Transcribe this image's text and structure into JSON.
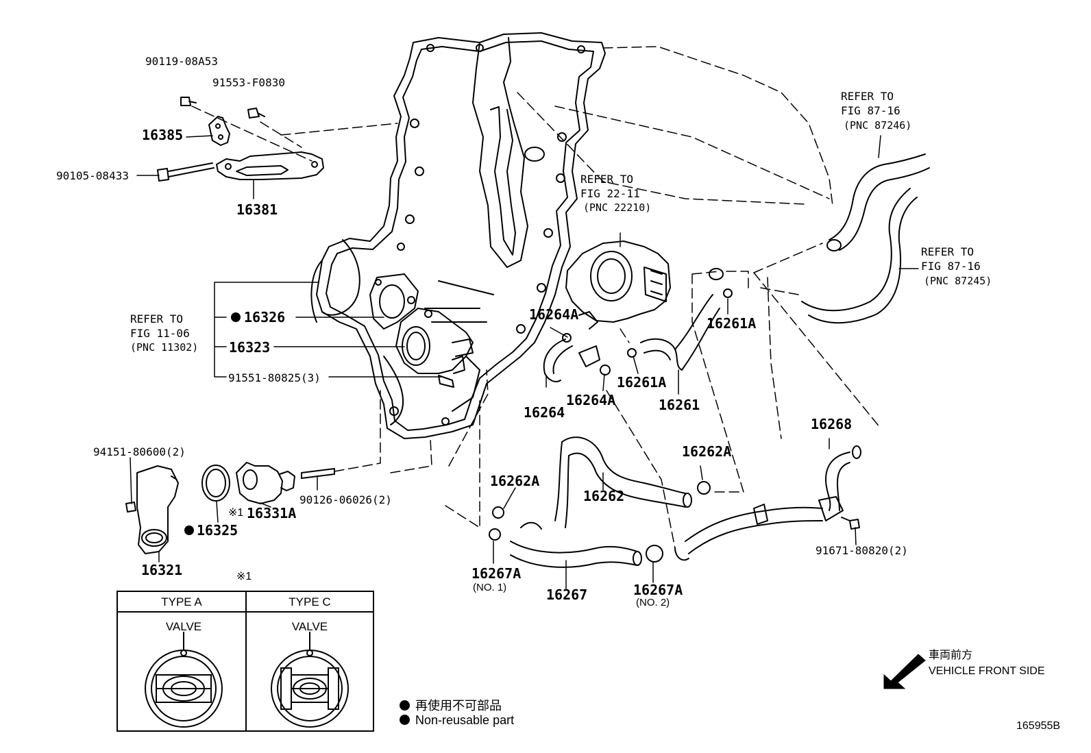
{
  "labels": {
    "p90119": "90119-08A53",
    "p91553": "91553-F0830",
    "p16385": "16385",
    "p90105": "90105-08433",
    "p16381": "16381",
    "refer_fig11": [
      "REFER TO",
      "FIG 11-06",
      "(PNC 11302)"
    ],
    "p16326": "16326",
    "p16323": "16323",
    "p91551": "91551-80825(3)",
    "refer_fig22": [
      "REFER TO",
      "FIG 22-11",
      "(PNC 22210)"
    ],
    "refer_fig87_246": [
      "REFER TO",
      "FIG 87-16",
      "(PNC 87246)"
    ],
    "refer_fig87_245": [
      "REFER TO",
      "FIG 87-16",
      "(PNC 87245)"
    ],
    "p16264A_a": "16264A",
    "p16264A_b": "16264A",
    "p16264": "16264",
    "p16261A_a": "16261A",
    "p16261A_b": "16261A",
    "p16261": "16261",
    "p16268": "16268",
    "p16262A_a": "16262A",
    "p16262A_b": "16262A",
    "p16262": "16262",
    "p94151": "94151-80600(2)",
    "p90126": "90126-06026(2)",
    "p16331A": "16331A",
    "mark1": "※1",
    "p16325": "16325",
    "p16321": "16321",
    "p91671": "91671-80820(2)",
    "p16267A_1": "16267A",
    "no1": "(NO. 1)",
    "p16267": "16267",
    "p16267A_2": "16267A",
    "no2": "(NO. 2)",
    "inset_mark": "※1",
    "type_a": "TYPE A",
    "type_c": "TYPE C",
    "valve_a": "VALVE",
    "valve_c": "VALVE",
    "front_jp": "車両前方",
    "front_en": "VEHICLE FRONT SIDE",
    "legend_jp": "再使用不可部品",
    "legend_en": "Non-reusable part",
    "figure_id": "165955B"
  }
}
